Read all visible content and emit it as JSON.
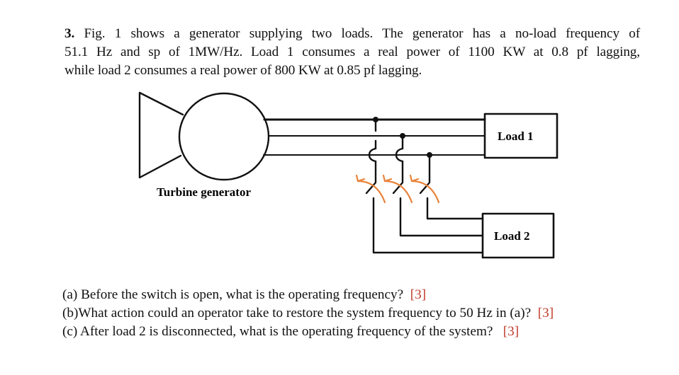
{
  "problem": {
    "number": "3.",
    "intro_lines": [
      " Fig. 1 shows a generator supplying two loads. The generator has a no-load frequency of",
      "51.1 Hz and sp of 1MW/Hz. Load 1 consumes a real power of 1100 KW at 0.8 pf lagging,",
      "while load 2 consumes a real power of 800 KW at 0.85 pf lagging."
    ]
  },
  "figure": {
    "generator_label": "Turbine generator",
    "load1_label": "Load 1",
    "load2_label": "Load 2",
    "switch_arrow_color": "#e8833a",
    "wire_color": "#111111"
  },
  "questions": [
    {
      "text": "(a) Before the switch is open, what is the operating frequency?",
      "marks": "[3]"
    },
    {
      "text": "(b)What action could an operator take to restore the system frequency to 50 Hz in (a)?",
      "marks": "[3]"
    },
    {
      "text": "(c) After load 2 is disconnected, what is the operating frequency of the system?",
      "marks": "[3]"
    }
  ]
}
